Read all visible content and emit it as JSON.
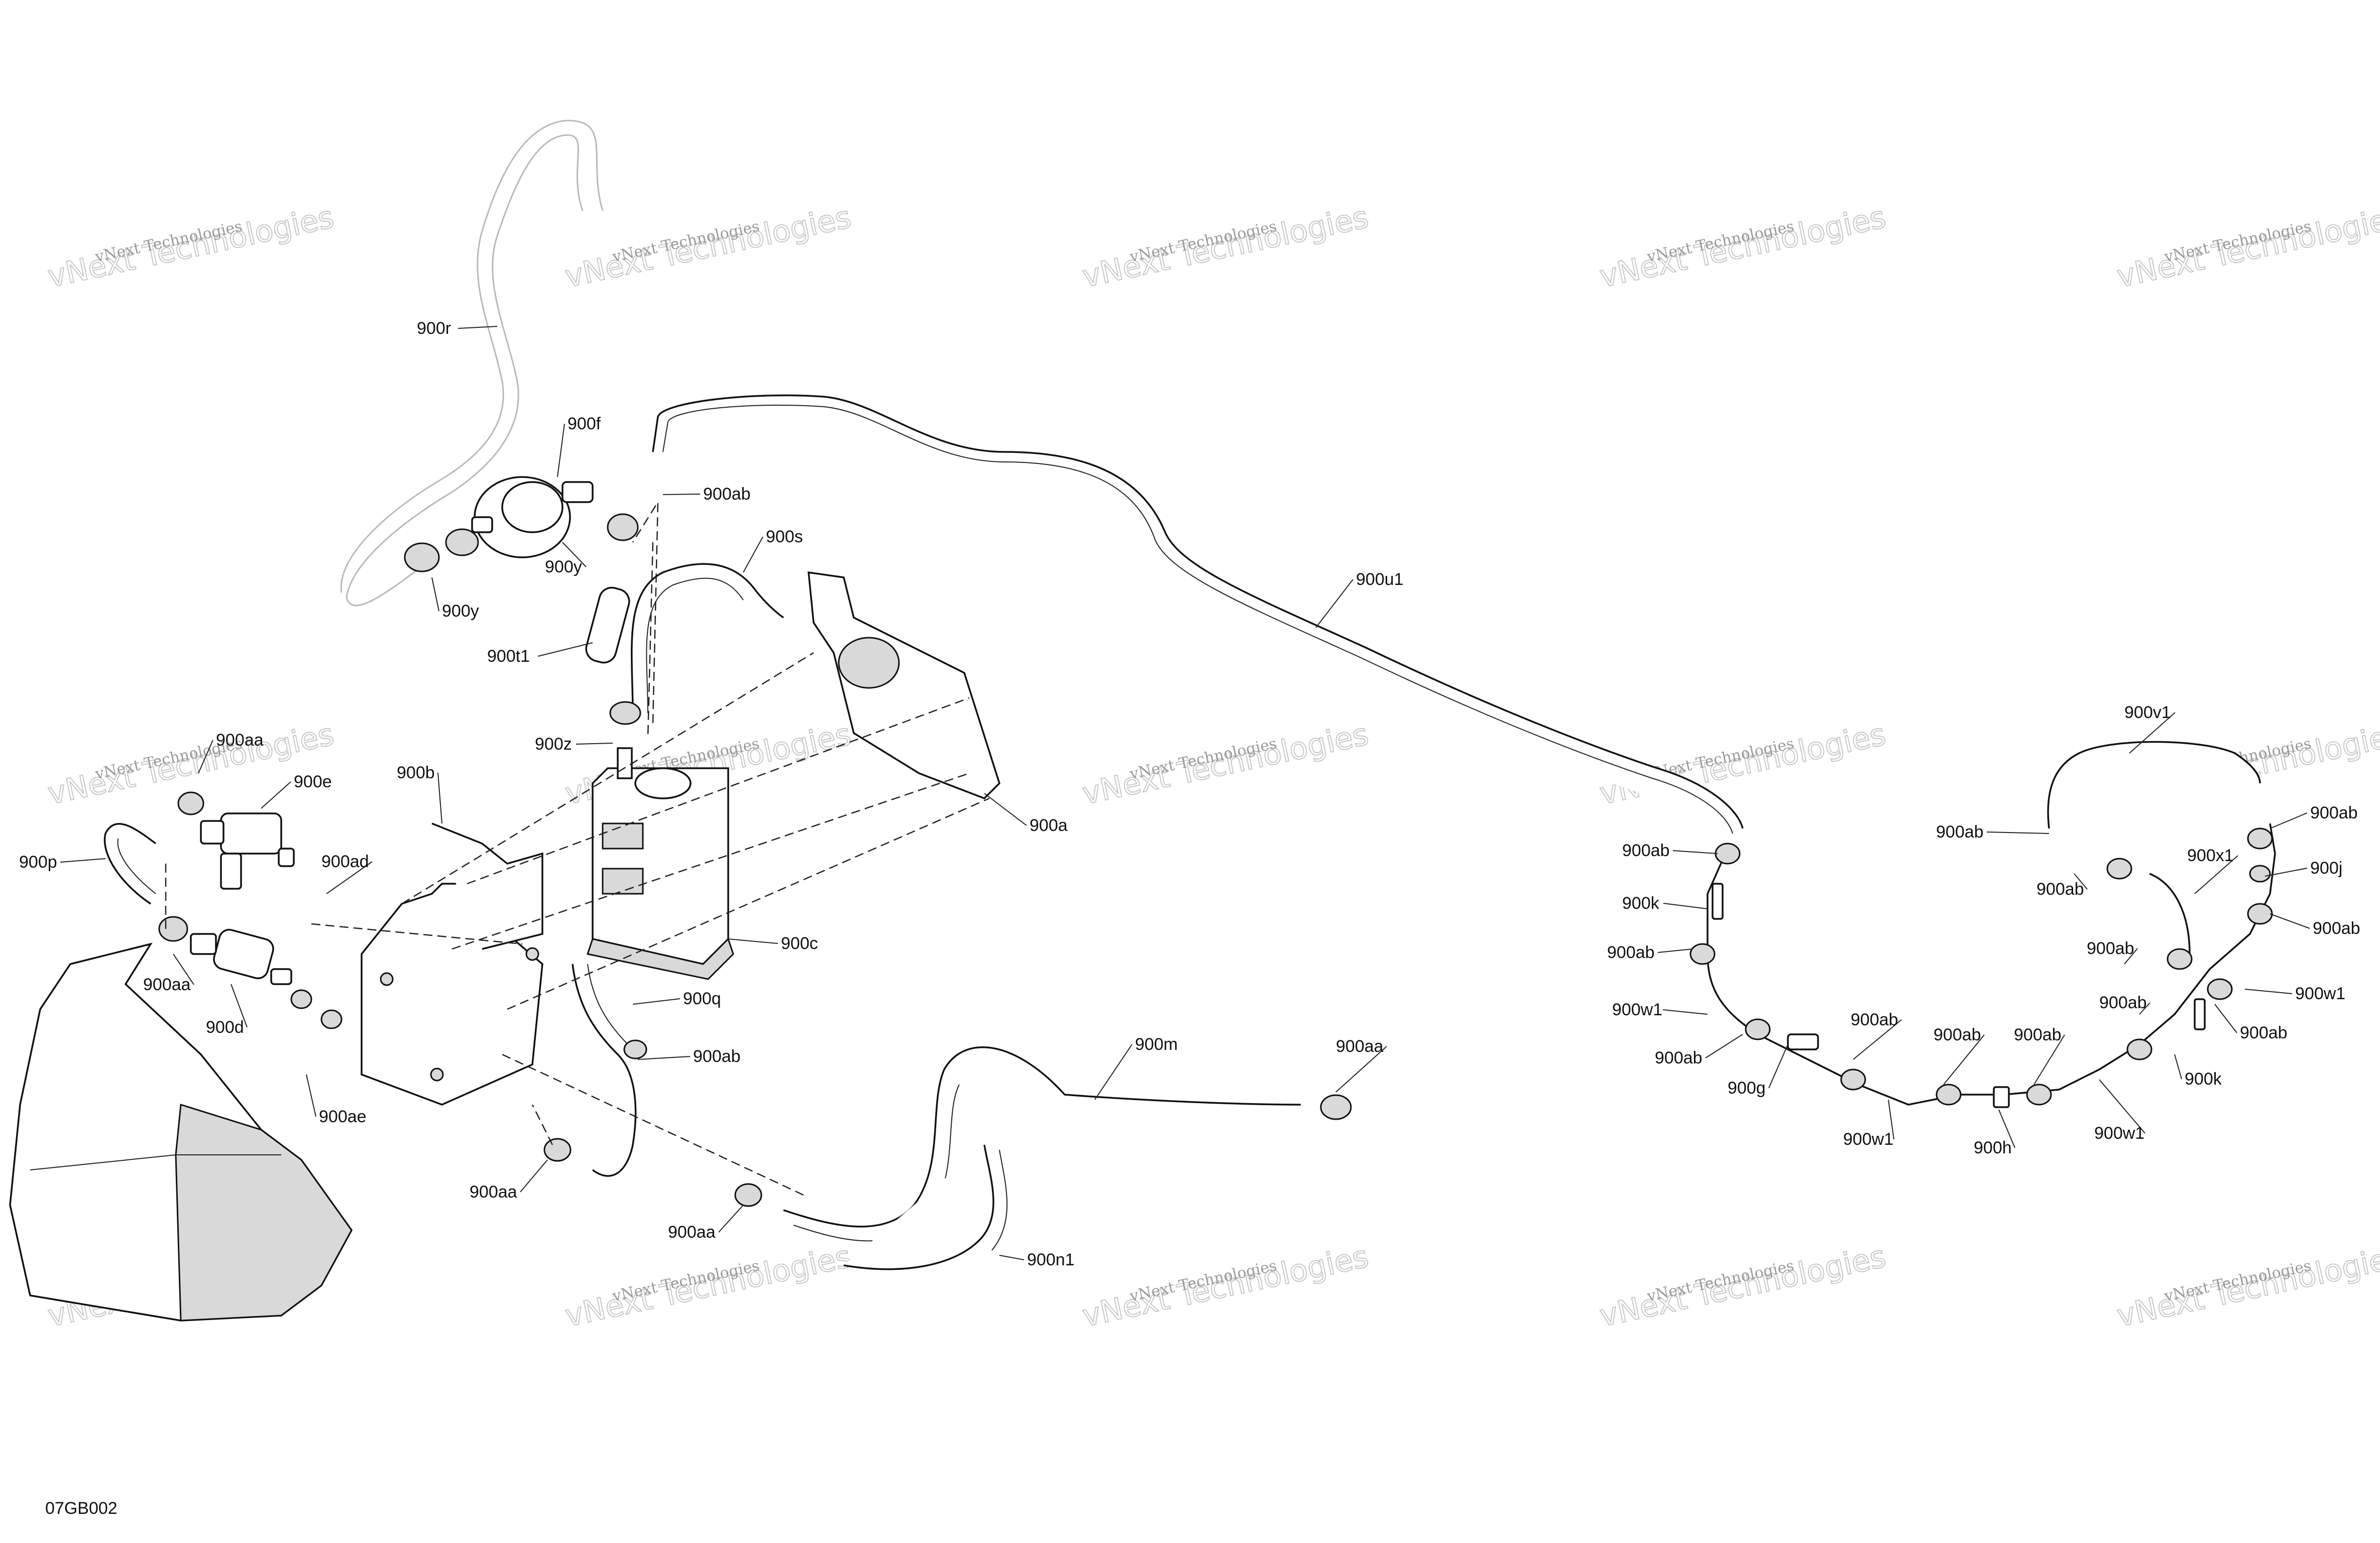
{
  "diagram_id": "07GB002",
  "watermark": {
    "line1": "vNext Technologies",
    "line2": "vNext Technologies"
  },
  "callouts": [
    {
      "text": "900r"
    },
    {
      "text": "900f"
    },
    {
      "text": "900ab"
    },
    {
      "text": "900y"
    },
    {
      "text": "900y"
    },
    {
      "text": "900s"
    },
    {
      "text": "900t1"
    },
    {
      "text": "900z"
    },
    {
      "text": "900u1"
    },
    {
      "text": "900a"
    },
    {
      "text": "900aa"
    },
    {
      "text": "900e"
    },
    {
      "text": "900b"
    },
    {
      "text": "900p"
    },
    {
      "text": "900ad"
    },
    {
      "text": "900c"
    },
    {
      "text": "900aa"
    },
    {
      "text": "900d"
    },
    {
      "text": "900q"
    },
    {
      "text": "900ab"
    },
    {
      "text": "900ae"
    },
    {
      "text": "900m"
    },
    {
      "text": "900aa"
    },
    {
      "text": "900aa"
    },
    {
      "text": "900aa"
    },
    {
      "text": "900n1"
    },
    {
      "text": "900ab"
    },
    {
      "text": "900k"
    },
    {
      "text": "900ab"
    },
    {
      "text": "900w1"
    },
    {
      "text": "900ab"
    },
    {
      "text": "900g"
    },
    {
      "text": "900ab"
    },
    {
      "text": "900w1"
    },
    {
      "text": "900ab"
    },
    {
      "text": "900h"
    },
    {
      "text": "900ab"
    },
    {
      "text": "900w1"
    },
    {
      "text": "900v1"
    },
    {
      "text": "900ab"
    },
    {
      "text": "900ab"
    },
    {
      "text": "900ab"
    },
    {
      "text": "900x1"
    },
    {
      "text": "900j"
    },
    {
      "text": "900ab"
    },
    {
      "text": "900ab"
    },
    {
      "text": "900ab"
    },
    {
      "text": "900w1"
    },
    {
      "text": "900ab"
    },
    {
      "text": "900k"
    }
  ]
}
